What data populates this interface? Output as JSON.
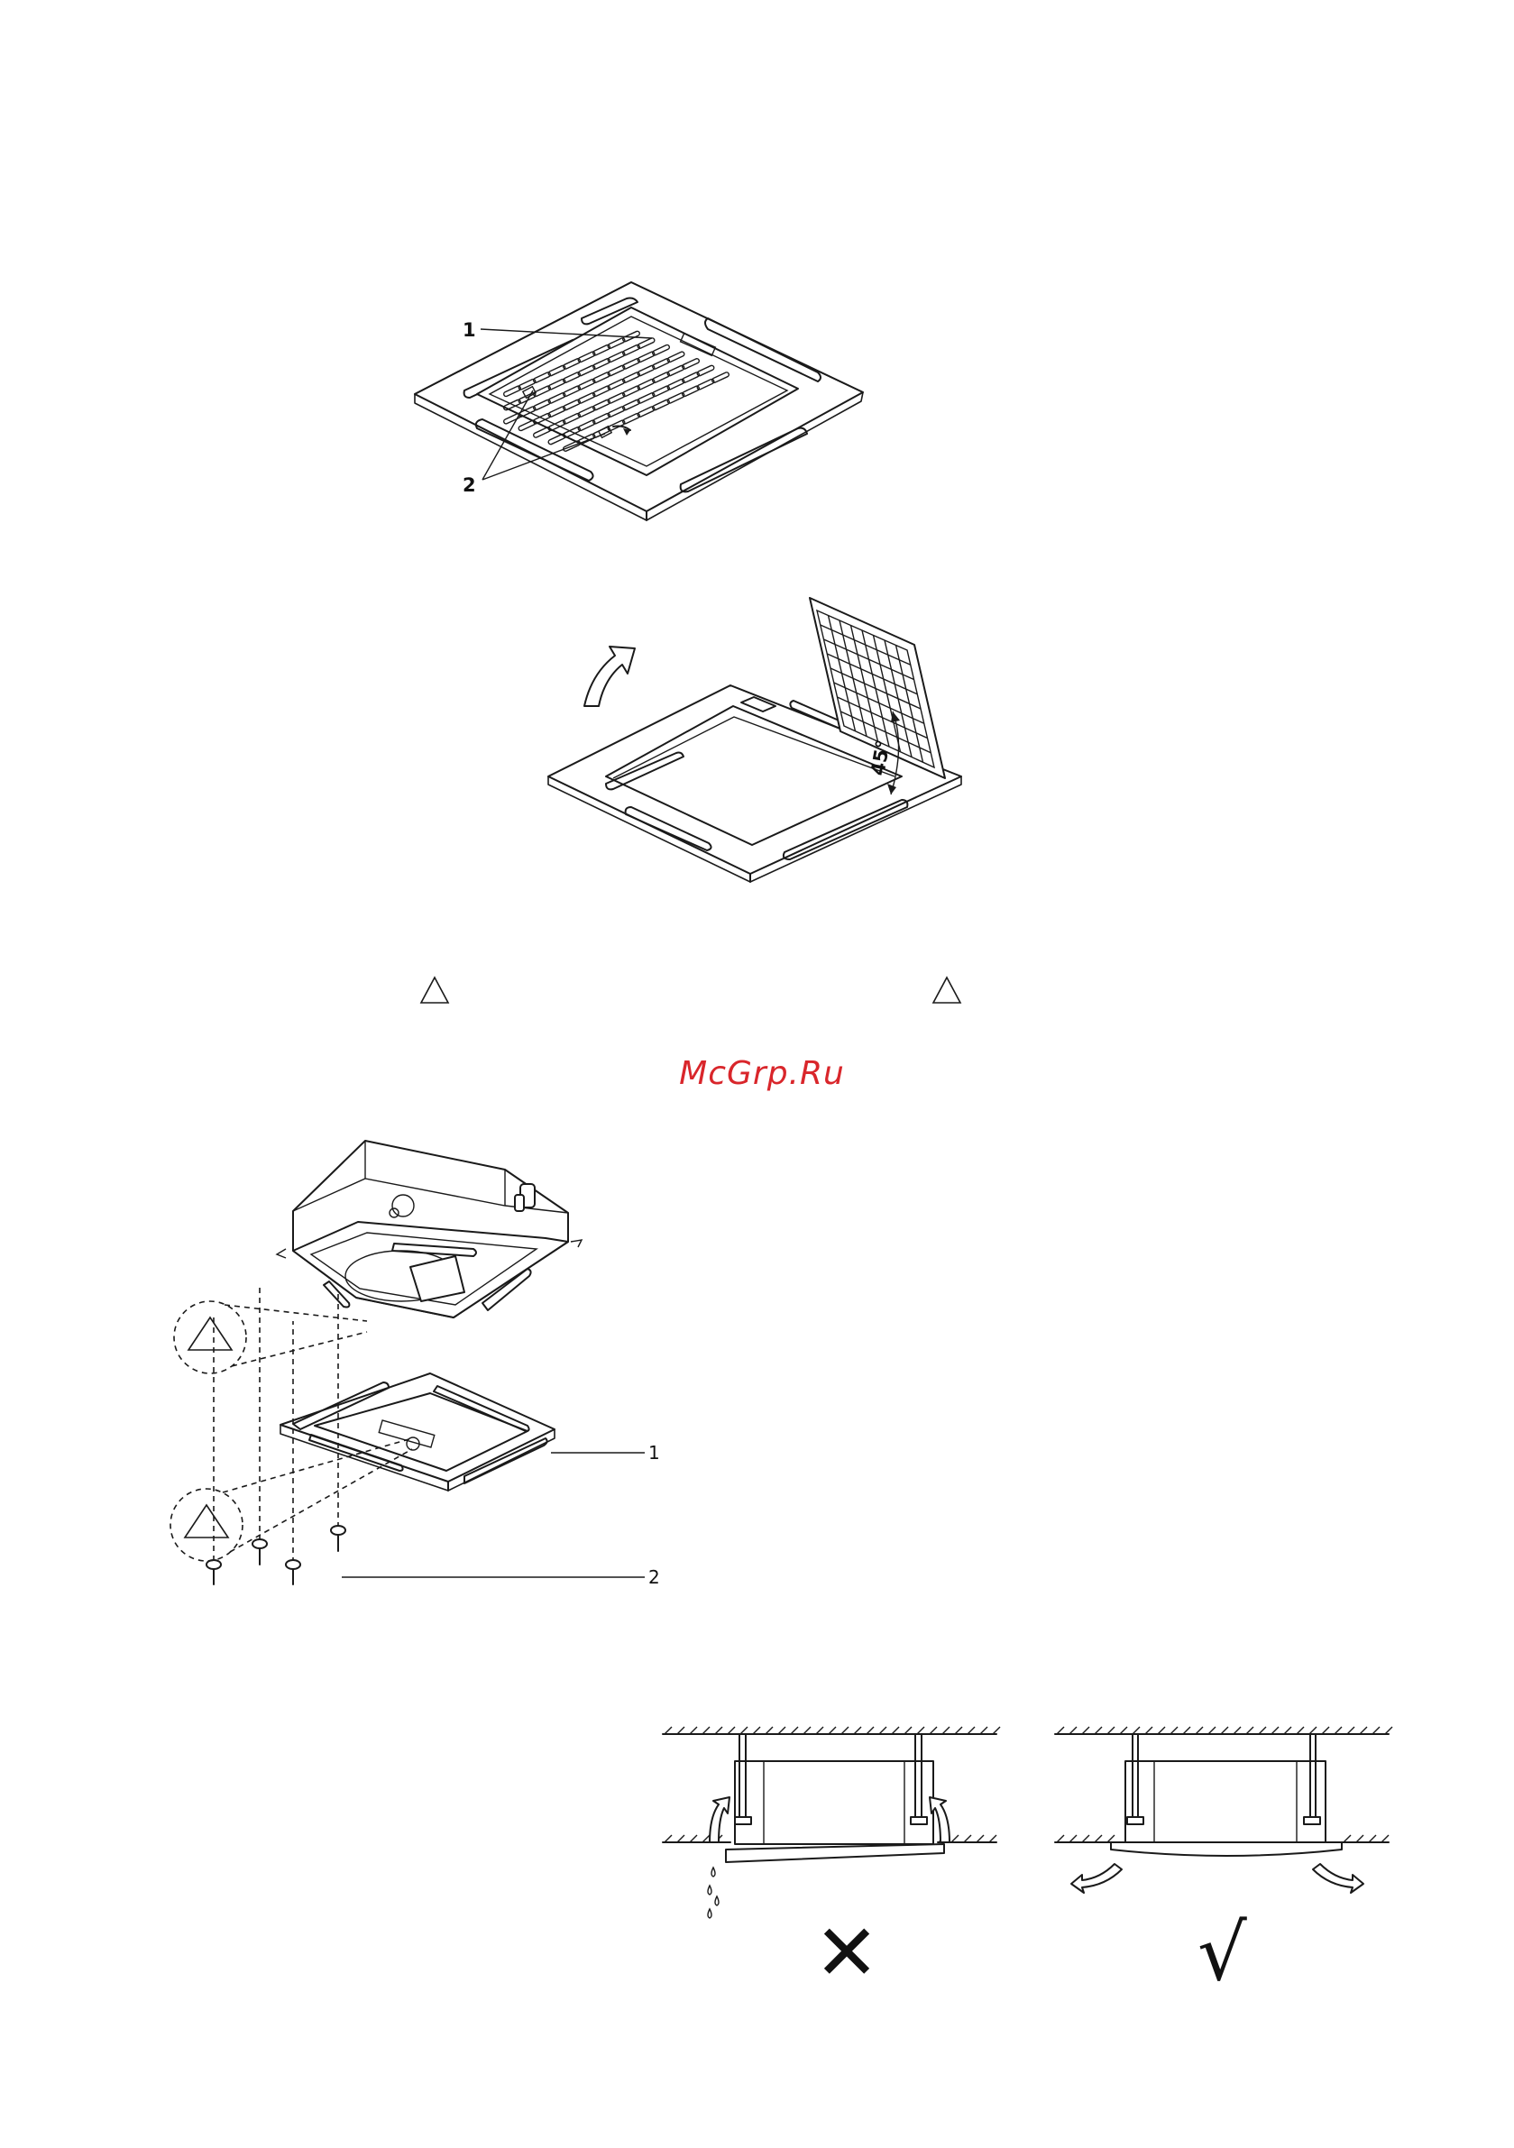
{
  "watermark": "McGrp.Ru",
  "figure1": {
    "callouts": [
      "1",
      "2"
    ]
  },
  "figure2": {
    "angle_label": "45°"
  },
  "figure3": {
    "callouts": [
      "1",
      "2"
    ]
  },
  "figure4": {
    "wrong_symbol": "✕",
    "right_symbol": "√"
  },
  "icons": [
    "warning-triangle-icon",
    "curved-arrow-icon",
    "water-drop-icon",
    "screw-icon"
  ]
}
